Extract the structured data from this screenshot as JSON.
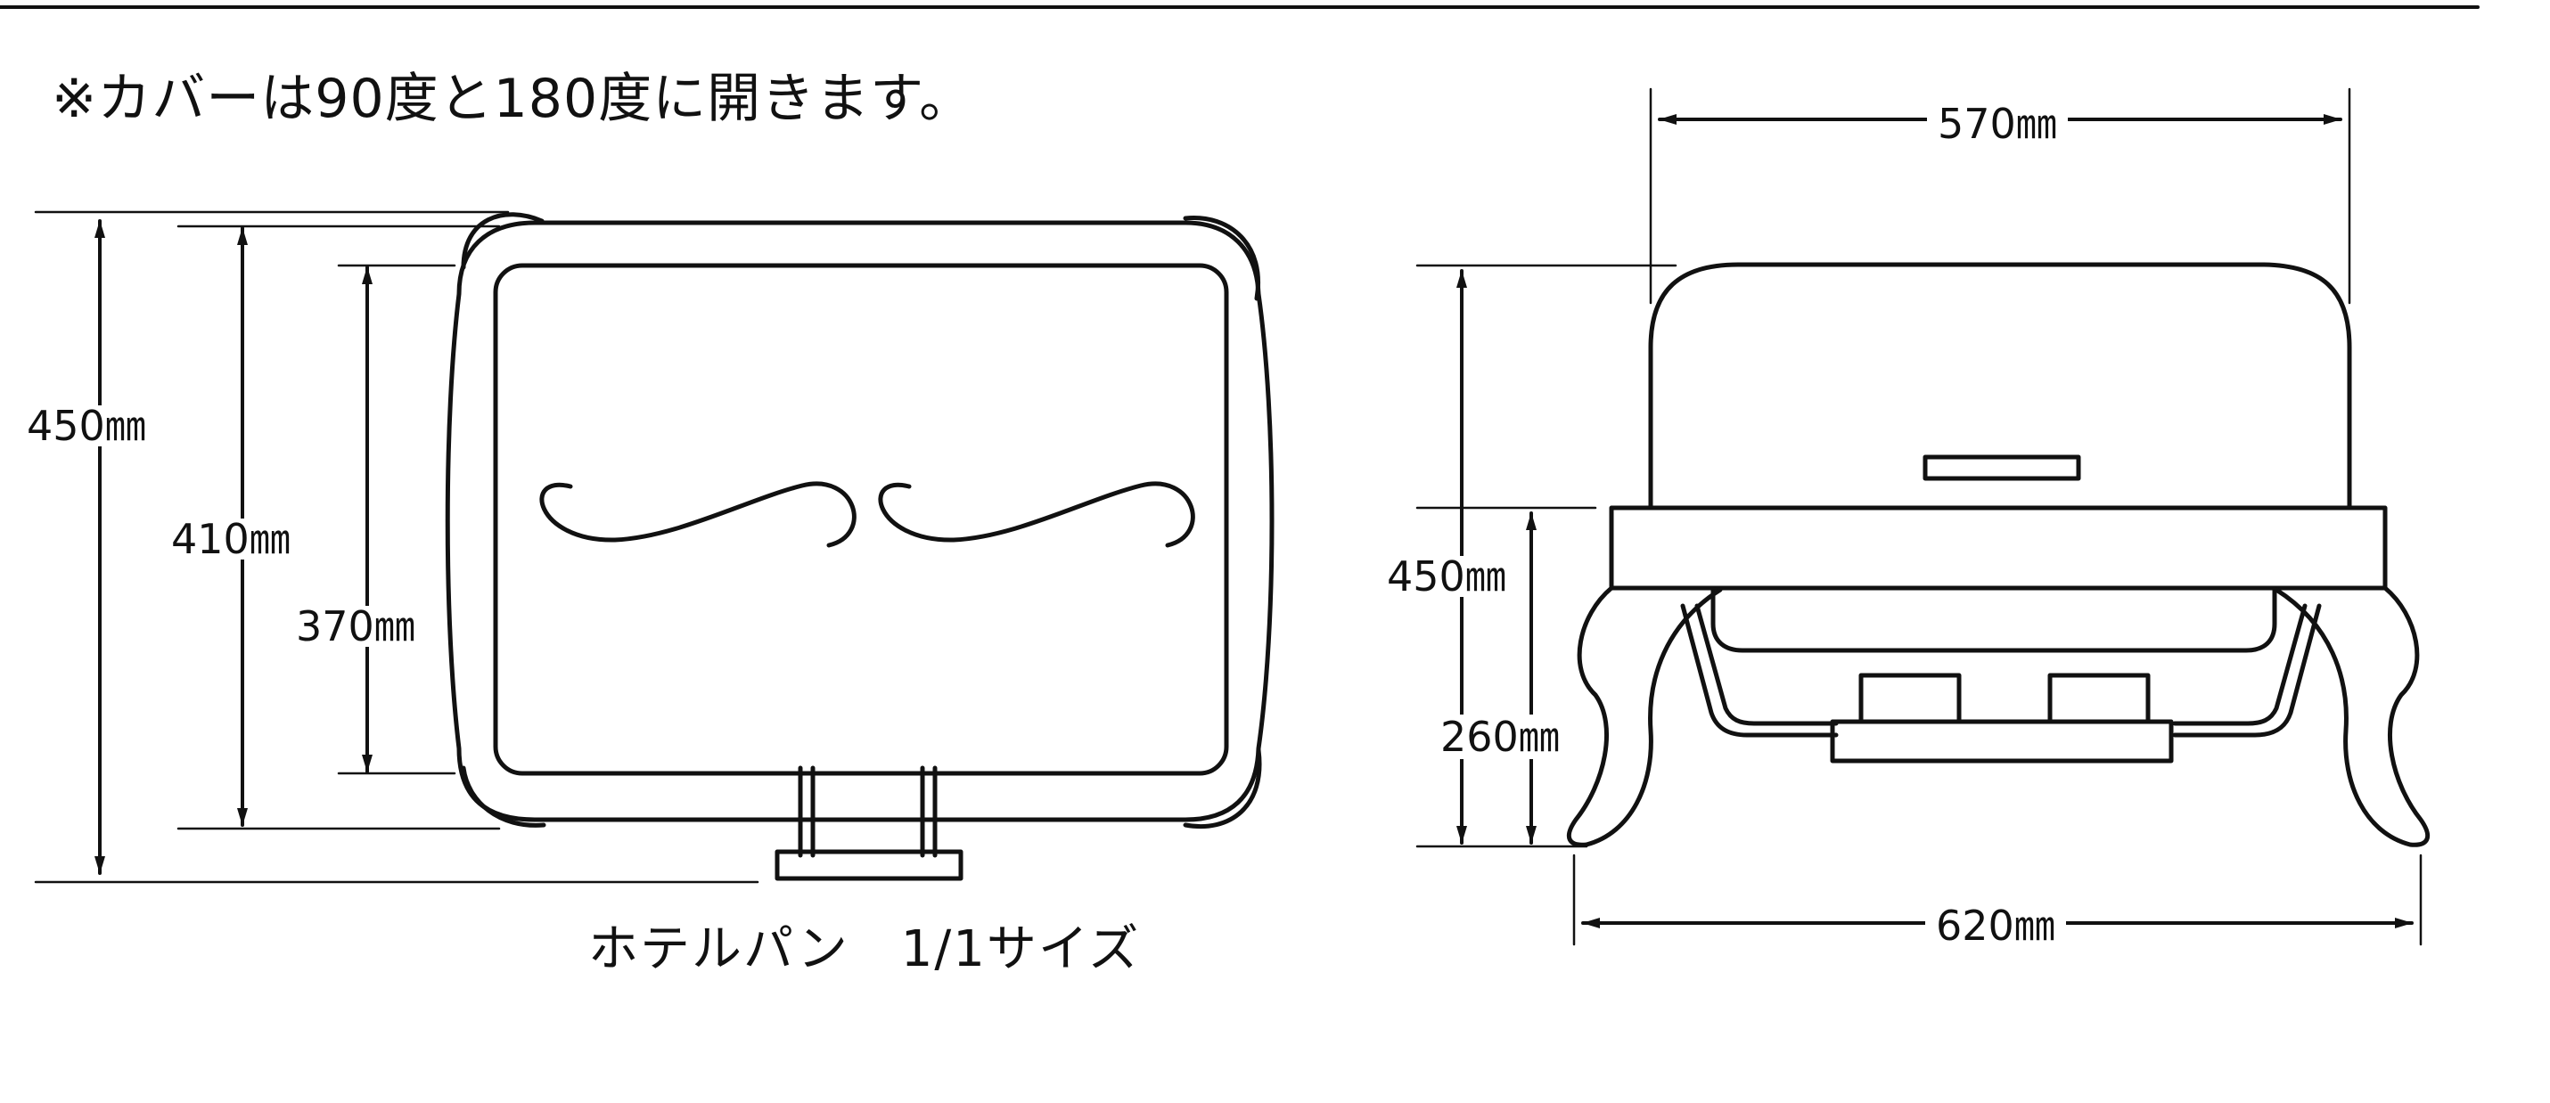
{
  "note": "※カバーは90度と180度に開きます。",
  "top_view": {
    "dim_450": "450㎜",
    "dim_410": "410㎜",
    "dim_370": "370㎜",
    "caption": "ホテルパン　1/1サイズ"
  },
  "side_view": {
    "dim_570": "570㎜",
    "dim_450": "450㎜",
    "dim_260": "260㎜",
    "dim_620": "620㎜"
  }
}
